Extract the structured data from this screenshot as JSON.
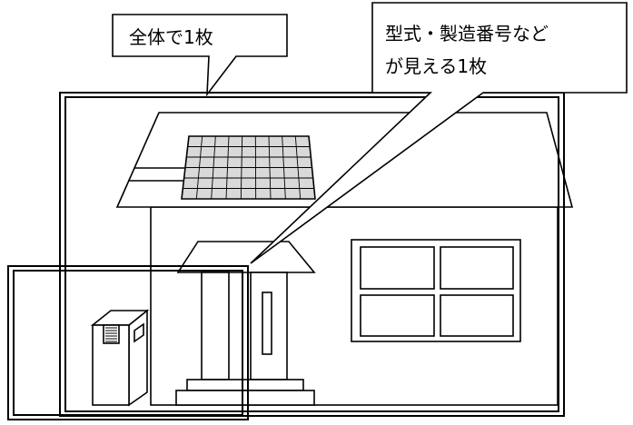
{
  "callouts": {
    "whole": {
      "text": "全体で1枚"
    },
    "model": {
      "line1": "型式・製造番号など",
      "line2": "が見える1枚"
    }
  },
  "colors": {
    "stroke": "#000000",
    "background": "#ffffff",
    "panel_fill": "#d9d9d9"
  },
  "icons": {
    "house": "house-illustration",
    "solar_panel": "solar-panel-icon",
    "power_unit": "power-conditioner-unit-icon"
  }
}
